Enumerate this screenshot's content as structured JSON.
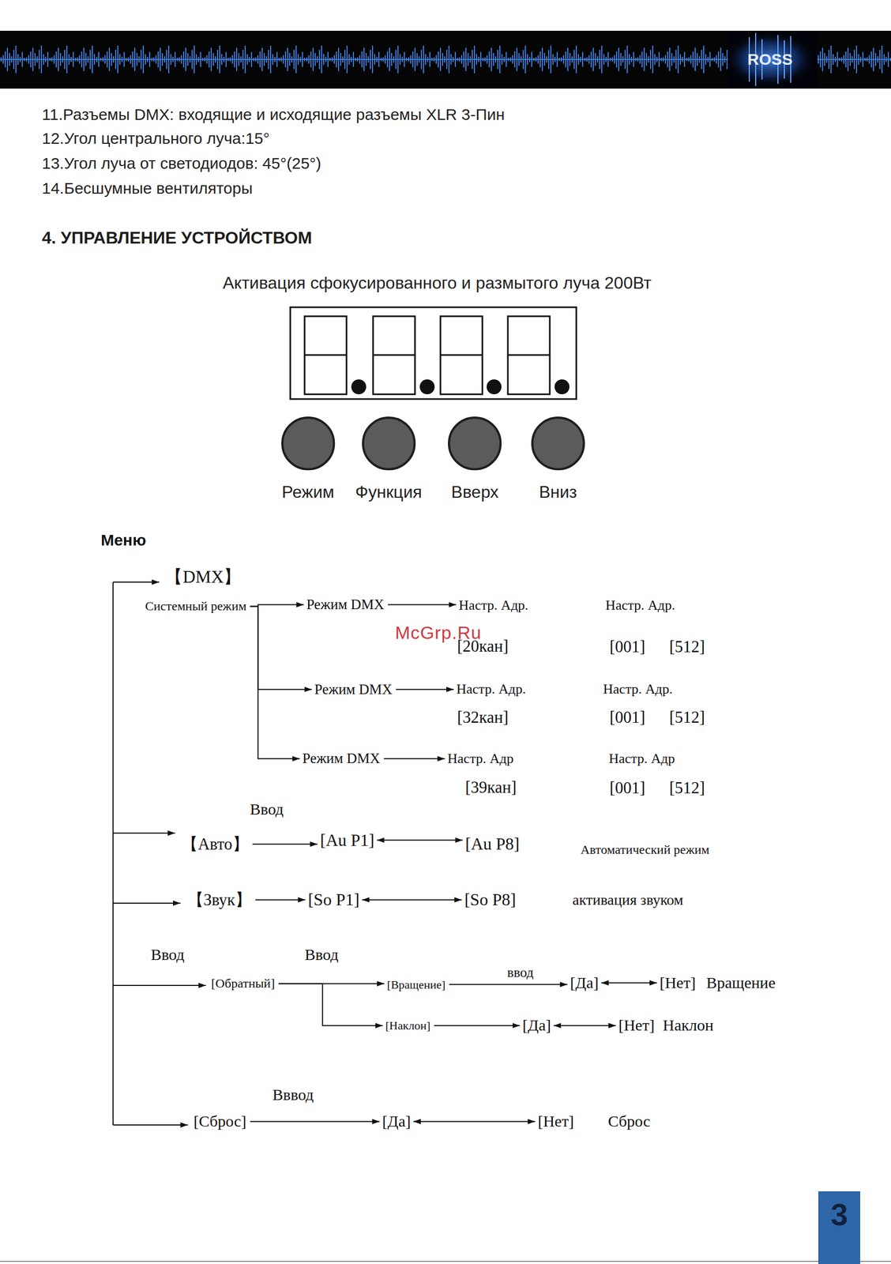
{
  "diagram": {
    "title": "4. УПРАВЛЕНИЕ УСТРОЙСТВОМ",
    "nodes": [
      {
        "text": [
          "Режим"
        ]
      },
      {
        "text": [
          "Функция"
        ]
      },
      {
        "text": [
          "Вверх"
        ]
      },
      {
        "text": [
          "Вниз"
        ]
      },
      {
        "text": [
          "【DMX】"
        ]
      },
      {
        "text": [
          "Системный режим"
        ]
      },
      {
        "text": [
          "Режим DMX"
        ]
      },
      {
        "text": [
          "Настр. Адр.",
          "[20кан]"
        ]
      },
      {
        "text": [
          "Режим DMX"
        ]
      },
      {
        "text": [
          "Настр. Адр.",
          "[32кан]"
        ]
      },
      {
        "text": [
          "Режим DMX"
        ]
      },
      {
        "text": [
          "Настр. Адр",
          "[39кан]"
        ]
      },
      {
        "text": [
          "【Авто】"
        ]
      },
      {
        "text": [
          "[Au P1]"
        ]
      },
      {
        "text": [
          "[Au P8]"
        ]
      },
      {
        "text": [
          "【Звук】"
        ]
      },
      {
        "text": [
          "[So P1]"
        ]
      },
      {
        "text": [
          "[So P8]"
        ]
      },
      {
        "text": [
          "[Обратный]"
        ]
      },
      {
        "text": [
          "[Вращение]"
        ]
      },
      {
        "text": [
          "[Да]"
        ]
      },
      {
        "text": [
          "[Нет]"
        ]
      },
      {
        "text": [
          "[Наклон]"
        ]
      },
      {
        "text": [
          "[Да]"
        ]
      },
      {
        "text": [
          "[Нет]"
        ]
      },
      {
        "text": [
          "[Сброс]"
        ]
      },
      {
        "text": [
          "[Да]"
        ]
      },
      {
        "text": [
          "[Нет]"
        ]
      }
    ],
    "edges": [
      {
        "from": 5,
        "to": 6,
        "arrow": "to"
      },
      {
        "from": 5,
        "to": 8,
        "arrow": "to"
      },
      {
        "from": 5,
        "to": 10,
        "arrow": "to"
      },
      {
        "from": 6,
        "to": 7,
        "arrow": "to"
      },
      {
        "from": 8,
        "to": 9,
        "arrow": "to"
      },
      {
        "from": 10,
        "to": 11,
        "arrow": "to"
      },
      {
        "from": 12,
        "to": 13,
        "label": "Ввод",
        "arrow": "to"
      },
      {
        "from": 13,
        "to": 14,
        "arrow": "both"
      },
      {
        "from": 15,
        "to": 16,
        "arrow": "to"
      },
      {
        "from": 16,
        "to": 17,
        "arrow": "both"
      },
      {
        "from": 18,
        "to": 19,
        "label": "Ввод",
        "arrow": "to"
      },
      {
        "from": 18,
        "to": 22,
        "arrow": "to"
      },
      {
        "from": 19,
        "to": 20,
        "label": "ввод",
        "arrow": "to"
      },
      {
        "from": 20,
        "to": 21,
        "arrow": "both"
      },
      {
        "from": 22,
        "to": 23,
        "arrow": "to"
      },
      {
        "from": 23,
        "to": 24,
        "arrow": "both"
      },
      {
        "from": 25,
        "to": 26,
        "label": "Вввод",
        "arrow": "to"
      },
      {
        "from": 26,
        "to": 27,
        "arrow": "both"
      }
    ],
    "labels": [
      "ROSS",
      "11.Разъемы DMX: входящие и исходящие разъемы XLR 3-Пин",
      "12.Угол центрального луча:15°",
      "13.Угол луча от светодиодов: 45°(25°)",
      "14.Бесшумные вентиляторы",
      "Активация сфокусированного и размытого луча 200Вт",
      "Меню",
      "Настр. Адр.",
      "[001]",
      "[512]",
      "McGrp.Ru",
      "Настр. Адр.",
      "[001]",
      "[512]",
      "Настр. Адр",
      "[001]",
      "[512]",
      "Автоматический режим",
      "активация звуком",
      "Ввод",
      "Вращение",
      "Наклон",
      "Сброс",
      "3"
    ]
  }
}
